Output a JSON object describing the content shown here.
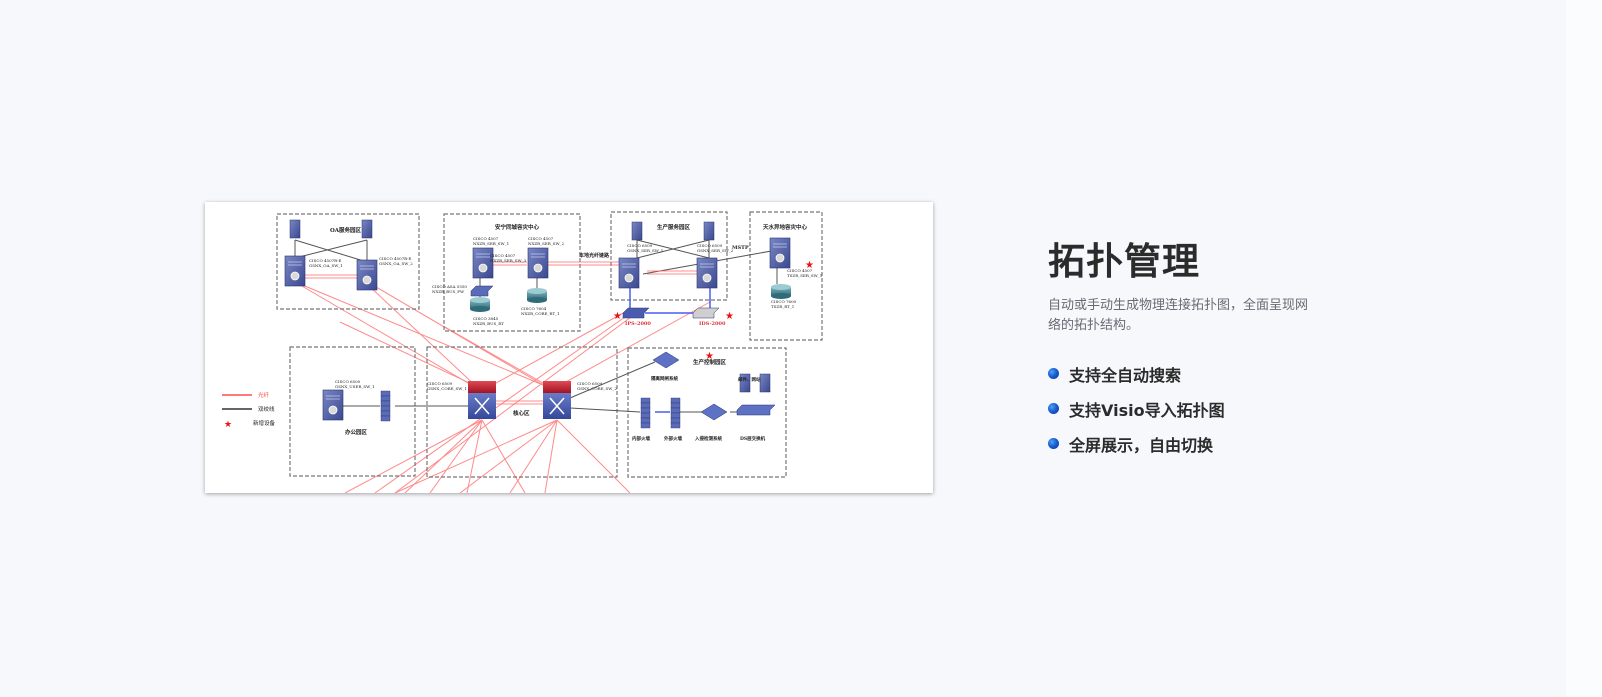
{
  "feature": {
    "title": "拓扑管理",
    "description": "自动或手动生成物理连接拓扑图，全面呈现网络的拓扑结构。",
    "items": [
      {
        "label": "支持全自动搜索"
      },
      {
        "label": "支持Visio导入拓扑图"
      },
      {
        "label": "全屏展示，自由切换"
      }
    ],
    "bullet_color": "#1a5fd0"
  },
  "diagram": {
    "legend": [
      {
        "label": "光纤",
        "kind": "fiber",
        "color": "#ff4d4d"
      },
      {
        "label": "双绞线",
        "kind": "twisted-pair",
        "color": "#333333"
      },
      {
        "label": "新增设备",
        "kind": "new-device",
        "color": "#ff0000"
      }
    ],
    "zones": {
      "oa": "OA服务园区",
      "security": "安宁同城容灾中心",
      "production": "生产服务园区",
      "remote": "天水异地容灾中心",
      "office": "办公园区",
      "core": "核心区",
      "prod_control": "生产控制园区"
    },
    "devices": {
      "oa_sw1": [
        "CISCO 4507R-E",
        "GSNX_OA_SW_1"
      ],
      "oa_sw2": [
        "CISCO 4507R-E",
        "GSNX_OA_SW_2"
      ],
      "sec_sw1": [
        "CISCO 4507",
        "NXZR_SER_SW_1"
      ],
      "sec_sw2": [
        "CISCO 4507",
        "NXZR_SER_SW_2"
      ],
      "sec_sw3": [
        "CISCO 4507",
        "NXZR_SER_SW_3"
      ],
      "sec_fw": [
        "CISCO ASA 5550",
        "NXZR_BUS_FW"
      ],
      "sec_rt1": [
        "CISCO 3845",
        "NXZR_BUS_RT"
      ],
      "sec_rt2": [
        "CISCO 7604",
        "NXZR_CORE_RT_1"
      ],
      "prod_sw1": [
        "CISCO 6509",
        "GSNX_SER_SW_1"
      ],
      "prod_sw2": [
        "CISCO 6509",
        "GSNX_SER_SW_2"
      ],
      "remote_sw": [
        "CISCO 4507",
        "TSZR_SER_SW_1"
      ],
      "remote_rt": [
        "CISCO 7600",
        "TSZR_RT_1"
      ],
      "office_sw": [
        "CISCO 6500",
        "GSNX_USER_SW_1"
      ],
      "core_sw1": [
        "CISCO 6509",
        "GSNX_CORE_SW_1"
      ],
      "core_sw2": [
        "CISCO 6509",
        "GSNX_CORE_SW_2"
      ],
      "ips1": "IPS-2000",
      "ips2": "IDS-2000"
    },
    "link_labels": {
      "fiber_link": "本地光纤链路",
      "mstp": "MSTP"
    },
    "prod_control_devices": {
      "isolation": "隔离网闸系统",
      "inner_fw": "内部火墙",
      "outer_fw": "外部火墙",
      "intrusion": "入侵检测系统",
      "l3_switch": "DS层交换机",
      "servers": "邮件、网站"
    }
  }
}
